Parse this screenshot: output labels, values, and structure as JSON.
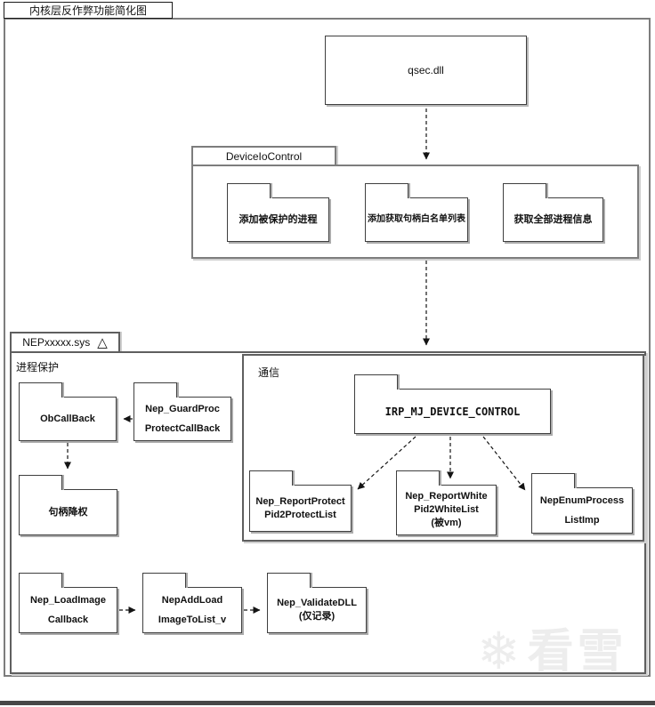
{
  "window": {
    "title": "内核层反作弊功能简化图"
  },
  "colors": {
    "frame_gray": "#7d7d7d",
    "folder_border": "#3f3f3f",
    "shadow_gray": "#ababab",
    "watermark_gray": "#ededed"
  },
  "qsec": {
    "label": "qsec.dll"
  },
  "deviceio": {
    "tab": "DeviceIoControl",
    "folders": [
      {
        "lines": [
          "添加被保护的进程"
        ]
      },
      {
        "lines": [
          "添加获取句柄白名单列表"
        ]
      },
      {
        "lines": [
          "获取全部进程信息"
        ]
      }
    ]
  },
  "nep": {
    "tab": "NEPxxxxx.sys",
    "triangle_icon": "△",
    "process_protect": {
      "label": "进程保护",
      "obcallback": {
        "lines": [
          "ObCallBack"
        ]
      },
      "guardproc": {
        "lines": [
          "Nep_GuardProc",
          "ProtectCallBack"
        ]
      },
      "handle_demote": {
        "lines": [
          "句柄降权"
        ]
      }
    },
    "comm": {
      "label": "通信",
      "irp": {
        "lines": [
          "IRP_MJ_DEVICE_CONTROL"
        ]
      },
      "report_protect": {
        "lines": [
          "Nep_ReportProtect",
          "Pid2ProtectList"
        ]
      },
      "report_white": {
        "lines": [
          "Nep_ReportWhite",
          "Pid2WhiteList",
          "(被vm)"
        ]
      },
      "enum_process": {
        "lines": [
          "NepEnumProcess",
          "ListImp"
        ]
      }
    },
    "load_image": {
      "callback": {
        "lines": [
          "Nep_LoadImage",
          "Callback"
        ]
      },
      "addload": {
        "lines": [
          "NepAddLoad",
          "ImageToList_v"
        ]
      },
      "validatedll": {
        "lines": [
          "Nep_ValidateDLL",
          "(仅记录)"
        ]
      }
    }
  },
  "watermark": {
    "snowflake": "❄",
    "text": "看雪"
  }
}
